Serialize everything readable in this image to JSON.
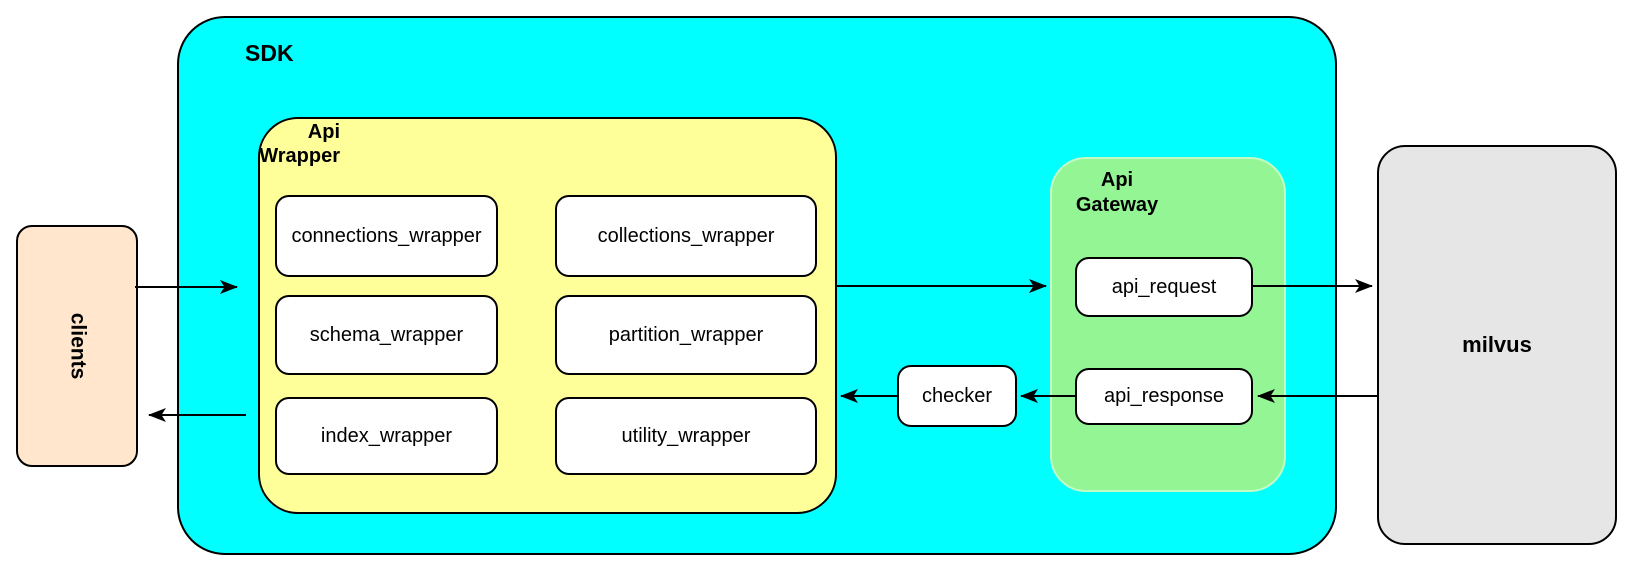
{
  "diagram": {
    "clients": {
      "label": "clients"
    },
    "sdk": {
      "label": "SDK"
    },
    "api_wrapper": {
      "label_lines": [
        "Api",
        "Wrapper"
      ],
      "boxes": [
        {
          "label": "connections_wrapper"
        },
        {
          "label": "collections_wrapper"
        },
        {
          "label": "schema_wrapper"
        },
        {
          "label": "partition_wrapper"
        },
        {
          "label": "index_wrapper"
        },
        {
          "label": "utility_wrapper"
        }
      ]
    },
    "checker": {
      "label": "checker"
    },
    "api_gateway": {
      "label_lines": [
        "Api",
        "Gateway"
      ],
      "boxes": [
        {
          "label": "api_request"
        },
        {
          "label": "api_response"
        }
      ]
    },
    "milvus": {
      "label": "milvus"
    },
    "edges": [
      {
        "from": "clients",
        "to": "sdk"
      },
      {
        "from": "sdk",
        "to": "clients"
      },
      {
        "from": "api_wrapper",
        "to": "api_gateway"
      },
      {
        "from": "api_request",
        "to": "milvus"
      },
      {
        "from": "milvus",
        "to": "api_response"
      },
      {
        "from": "api_response",
        "to": "checker"
      },
      {
        "from": "checker",
        "to": "api_wrapper"
      }
    ],
    "colors": {
      "sdk_fill": "#00ffff",
      "api_wrapper_fill": "#ffff99",
      "api_gateway_fill": "#94f594",
      "clients_fill": "#ffe6cc",
      "milvus_fill": "#e6e6e6",
      "node_fill": "#ffffff",
      "line": "#000000"
    }
  }
}
